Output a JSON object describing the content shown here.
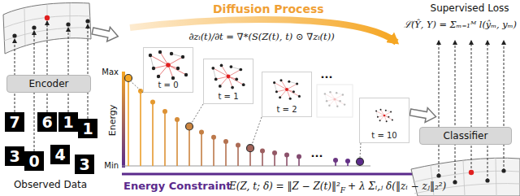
{
  "diagram": {
    "nodes": [
      {
        "text": [
          "Encoder"
        ]
      },
      {
        "text": [
          "t = 0"
        ]
      },
      {
        "text": [
          "t = 1"
        ]
      },
      {
        "text": [
          "t = 2"
        ]
      },
      {
        "text": [
          "t = 10"
        ]
      },
      {
        "text": [
          "Classifier"
        ]
      }
    ],
    "labels": [
      "Observed Data",
      "7",
      "6",
      "1",
      "1",
      "3",
      "0",
      "4",
      "3",
      "Diffusion Process",
      "∂zᵢ(t)/∂t = ∇*(S(Z(t), t) ⊙ ∇zᵢ(t))",
      "Max",
      "Energy",
      "Min",
      "...",
      "...",
      "Energy Constraint",
      "E(Z, t; δ) = ‖Z − Z(t)‖²",
      "F",
      "+ λ Σᵢ,ⱼ δ(‖zᵢ − zⱼ‖₂²)",
      "Supervised Loss",
      "ℒ(Ŷ, Y) = Σₘ₌₁ᴹ l(ŷₘ, yₘ)"
    ]
  }
}
